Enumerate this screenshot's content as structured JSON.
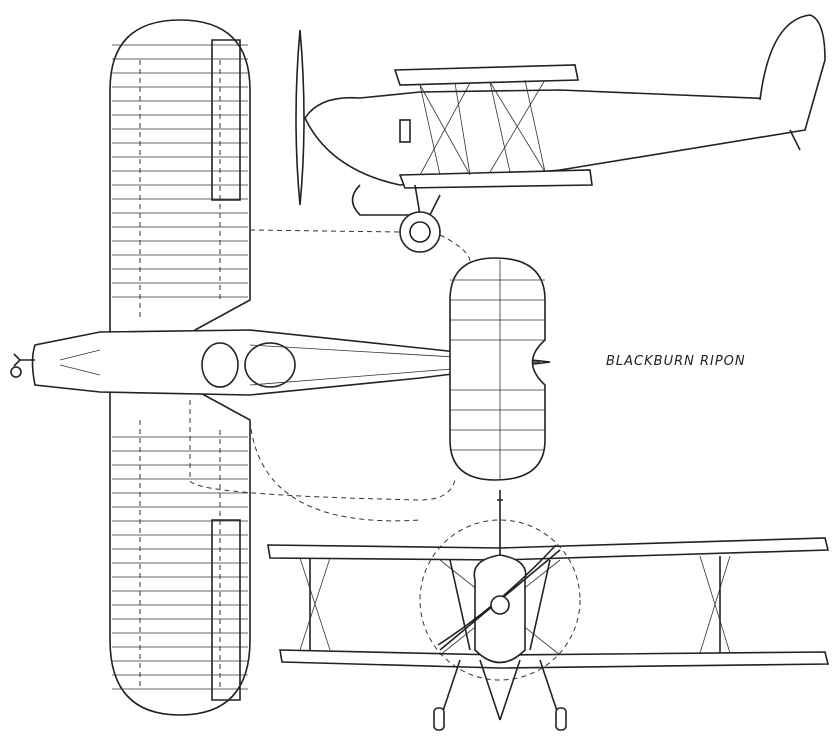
{
  "caption": "BLACKBURN RIPON",
  "colors": {
    "ink": "#222222",
    "paper": "#ffffff"
  },
  "views": [
    "side-view",
    "plan-view",
    "front-view"
  ]
}
